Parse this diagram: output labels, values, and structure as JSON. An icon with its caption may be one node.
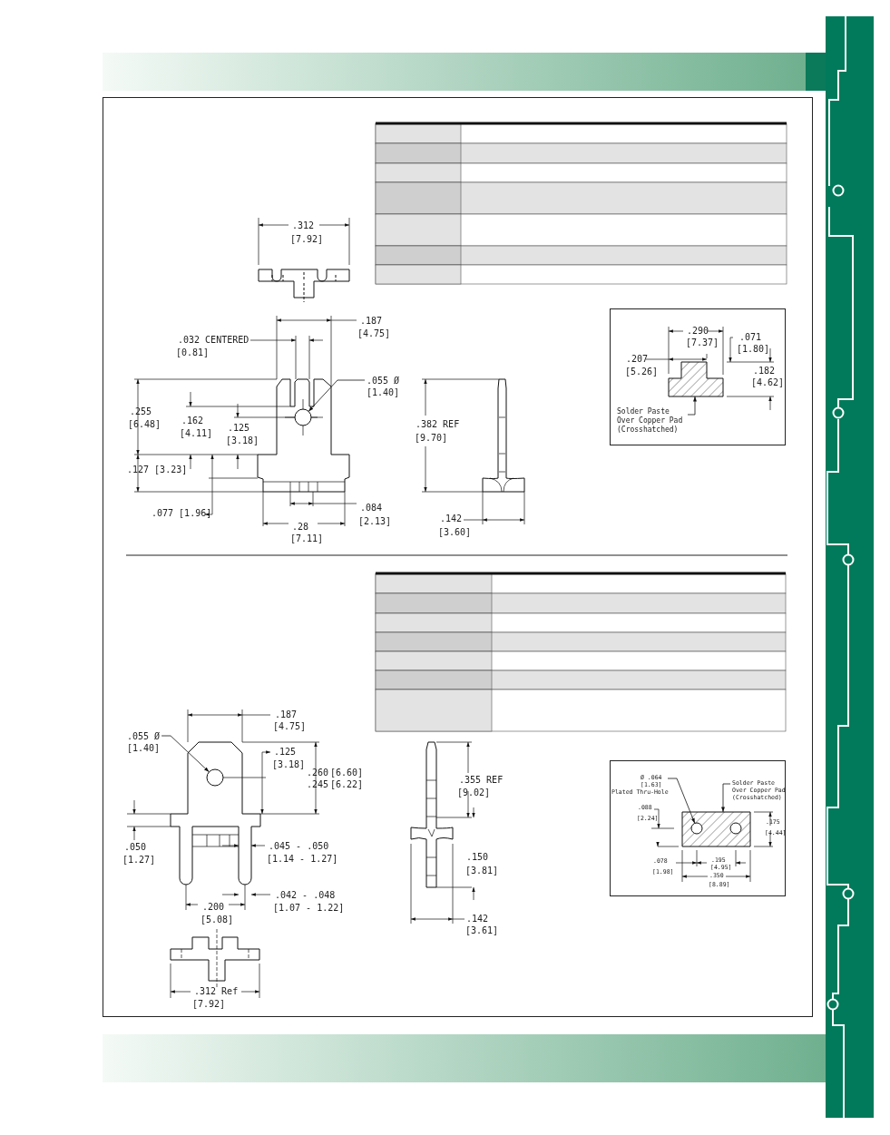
{
  "diagram": {
    "nodes": [
      {
        "text": [
          ".055 Ø",
          "[1.40]"
        ]
      },
      {
        "text": [],
        "shape": "circle"
      },
      {
        "text": [
          "Solder Paste Over Copper Pad (Crosshatched)"
        ]
      },
      {
        "text": [],
        "shape": "box"
      },
      {
        "text": [
          ".055 Ø",
          "[1.40]"
        ]
      },
      {
        "text": [],
        "shape": "circle"
      },
      {
        "text": [
          "Ø .064 [1.63]",
          "Plated Thru-Hole"
        ]
      },
      {
        "text": [],
        "shape": "circle",
        "in": 9
      },
      {
        "text": [
          "Solder Paste Over Copper Pad (Crosshatched)"
        ]
      },
      {
        "text": [],
        "shape": "box"
      }
    ],
    "edges": [
      {
        "from": 0,
        "to": 1,
        "arrow": "to"
      },
      {
        "from": 2,
        "to": 3,
        "arrow": "to"
      },
      {
        "from": 4,
        "to": 5,
        "arrow": "to"
      },
      {
        "from": 6,
        "to": 7,
        "arrow": "to"
      },
      {
        "from": 8,
        "to": 9,
        "arrow": "to"
      }
    ],
    "labels": [
      ".312",
      "[7.92]",
      ".187",
      "[4.75]",
      ".032 CENTERED",
      "[0.81]",
      ".255",
      "[6.48]",
      ".162",
      "[4.11]",
      ".125",
      "[3.18]",
      ".127 [3.23]",
      ".077 [1.96]",
      ".084",
      "[2.13]",
      ".28",
      "[7.11]",
      ".382 REF",
      "[9.70]",
      ".142",
      "[3.60]",
      ".290",
      "[7.37]",
      ".071",
      "[1.80]",
      ".207",
      "[5.26]",
      ".182",
      "[4.62]",
      ".187",
      "[4.75]",
      ".125",
      "[3.18]",
      ".260",
      "[6.60]",
      ".245",
      "[6.22]",
      ".050",
      "[1.27]",
      ".045 - .050",
      "[1.14 - 1.27]",
      ".042 - .048",
      ".200",
      "[1.07 - 1.22]",
      "[5.08]",
      ".312 Ref",
      "[7.92]",
      ".355 REF",
      "[9.02]",
      ".150",
      "[3.81]",
      ".142",
      "[3.61]",
      ".088",
      "[2.24]",
      ".175",
      "[4.44]",
      ".078",
      "[1.98]",
      ".195",
      "[4.95]",
      ".350",
      "[8.89]"
    ]
  }
}
